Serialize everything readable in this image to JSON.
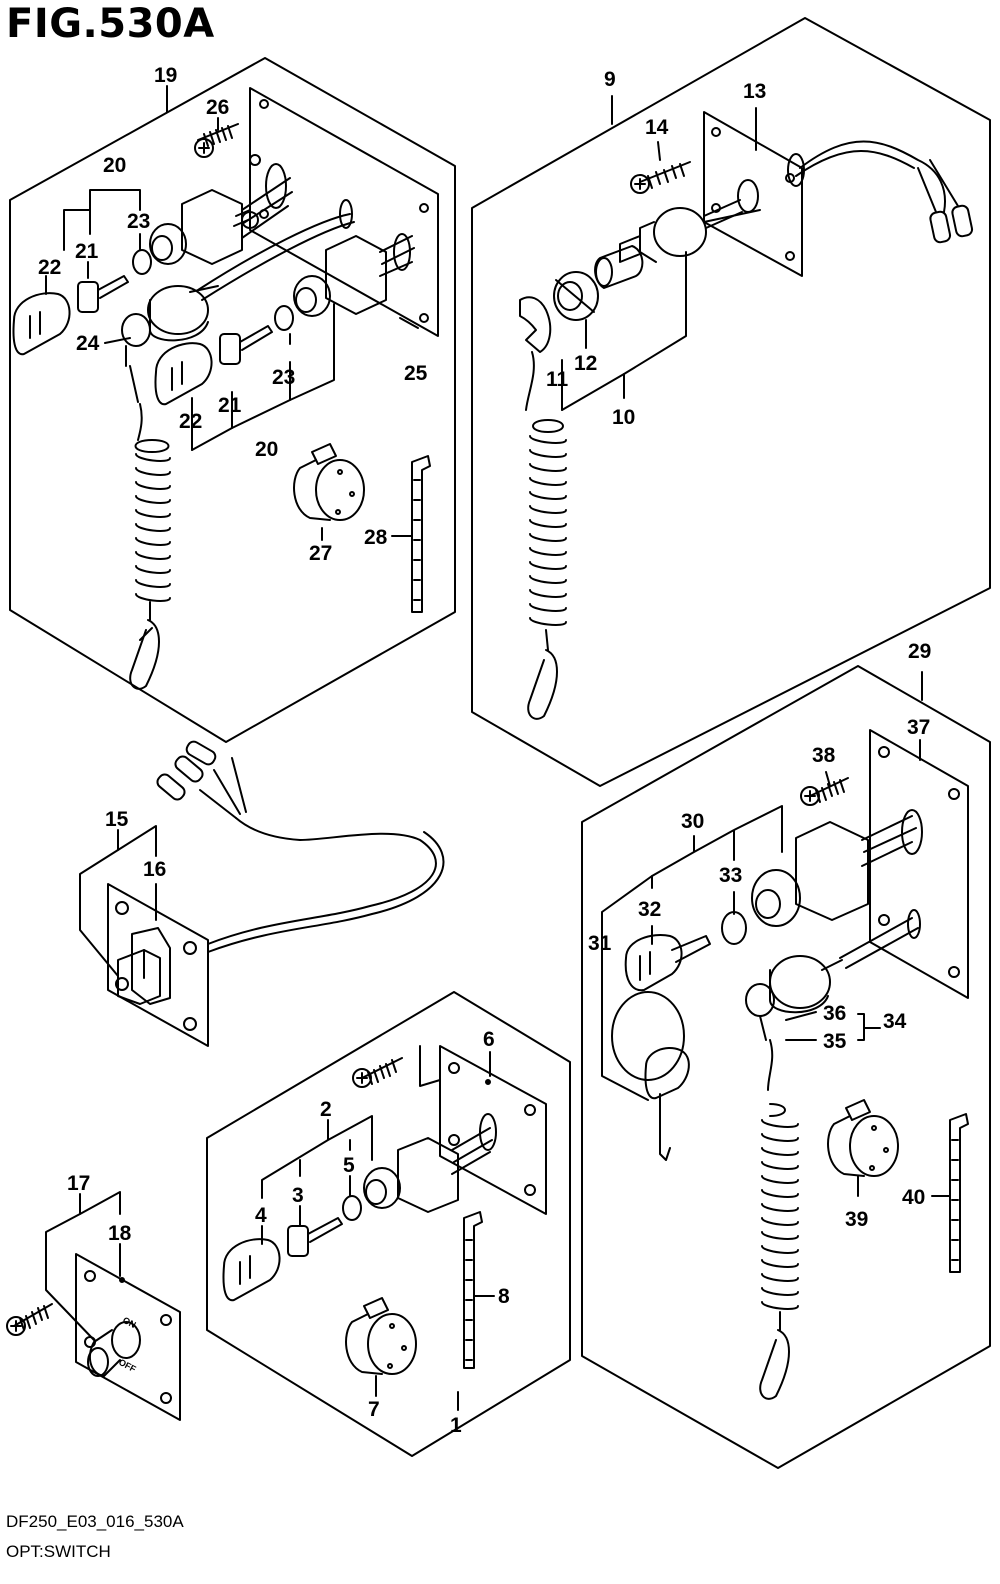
{
  "figure": {
    "title": "FIG.530A",
    "code": "DF250_E03_016_530A",
    "caption": "OPT:SWITCH",
    "toggle_labels": {
      "on": "ON",
      "off": "OFF"
    }
  },
  "callouts": {
    "c1": "1",
    "c2": "2",
    "c3": "3",
    "c4": "4",
    "c5": "5",
    "c6": "6",
    "c7": "7",
    "c8": "8",
    "c9": "9",
    "c10": "10",
    "c11": "11",
    "c12": "12",
    "c13": "13",
    "c14": "14",
    "c15": "15",
    "c16": "16",
    "c17": "17",
    "c18": "18",
    "c19": "19",
    "c20a": "20",
    "c20b": "20",
    "c21a": "21",
    "c21b": "21",
    "c22a": "22",
    "c22b": "22",
    "c23a": "23",
    "c23b": "23",
    "c24": "24",
    "c25": "25",
    "c26": "26",
    "c27": "27",
    "c28": "28",
    "c29": "29",
    "c30": "30",
    "c31": "31",
    "c32": "32",
    "c33": "33",
    "c34": "34",
    "c35": "35",
    "c36": "36",
    "c37": "37",
    "c38": "38",
    "c39": "39",
    "c40": "40"
  }
}
